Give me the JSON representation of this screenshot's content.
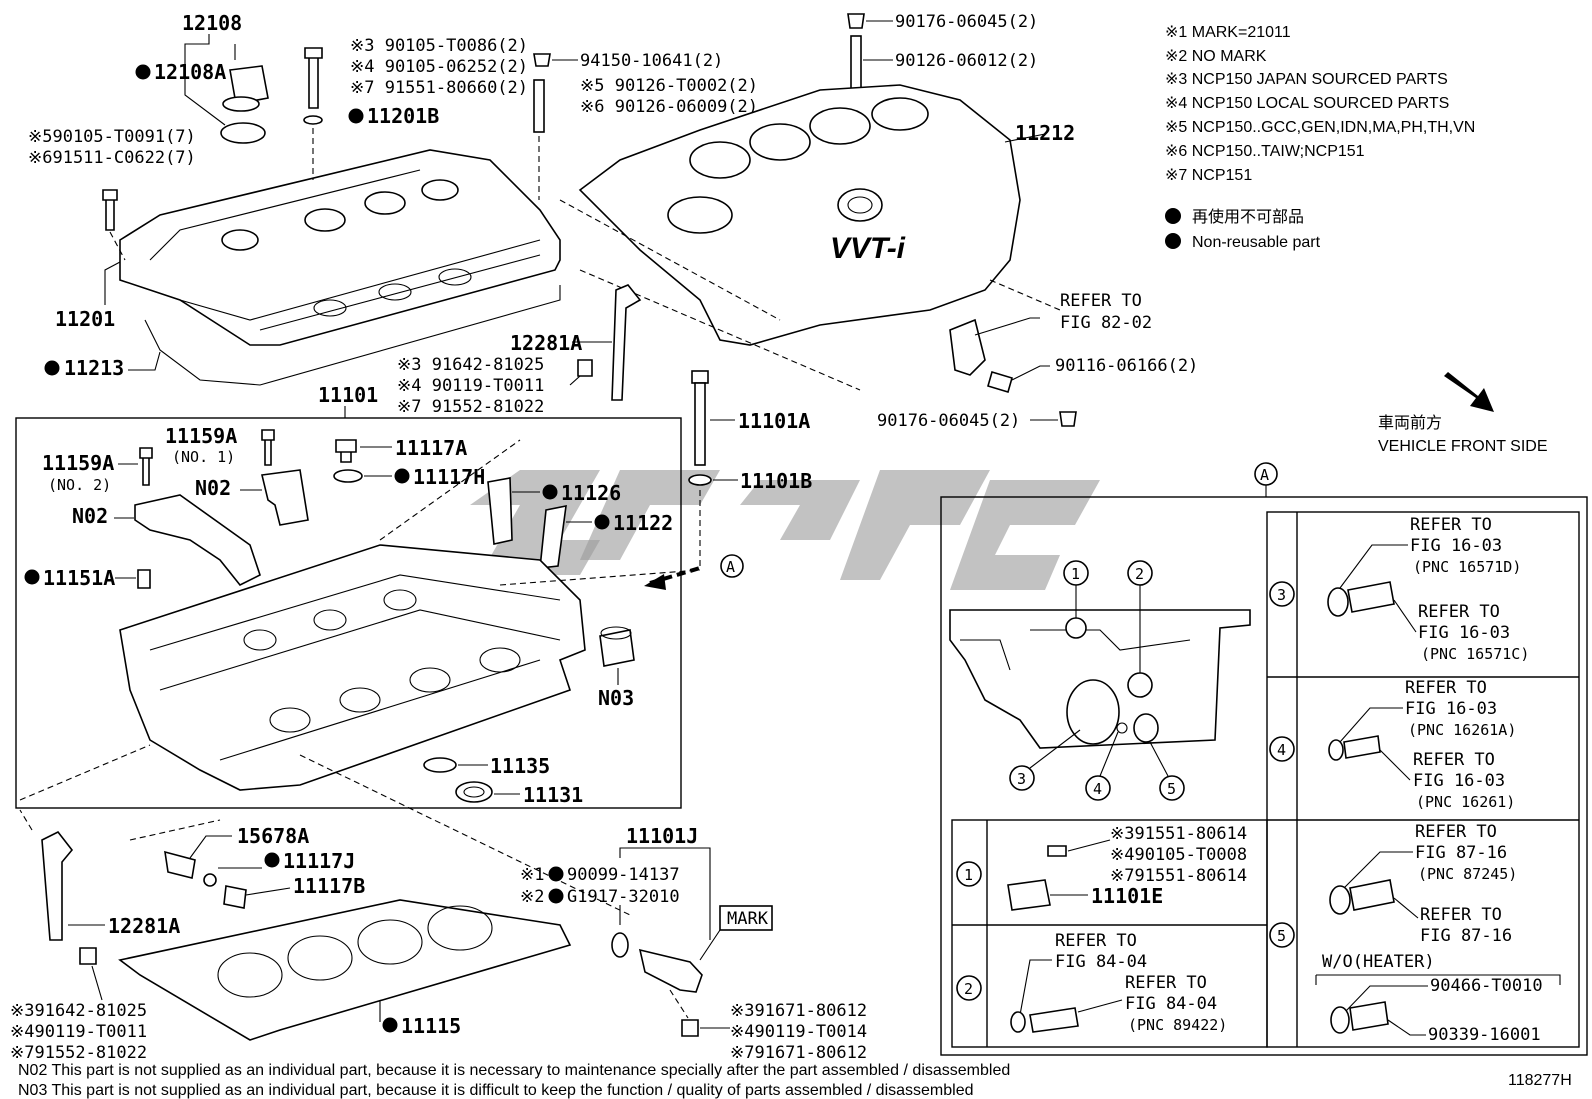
{
  "legend": {
    "notes": [
      "※1 MARK=21011",
      "※2 NO MARK",
      "※3 NCP150 JAPAN SOURCED PARTS",
      "※4 NCP150  LOCAL SOURCED PARTS",
      "※5 NCP150..GCC,GEN,IDN,MA,PH,TH,VN",
      "※6 NCP150..TAIW;NCP151",
      "※7 NCP151"
    ],
    "nonreusable_jp": "再使用不可部品",
    "nonreusable_en": "Non-reusable part"
  },
  "direction": {
    "jp": "車両前方",
    "en": "VEHICLE FRONT SIDE"
  },
  "labels": {
    "p12108": "12108",
    "p12108A": "12108A",
    "p11201B": "11201B",
    "bolt_cover_3": "※3 90105-T0086(2)",
    "bolt_cover_4": "※4 90105-06252(2)",
    "bolt_cover_7": "※7 91551-80660(2)",
    "nut_94150": "94150-10641(2)",
    "stud_5": "※5 90126-T0002(2)",
    "stud_6": "※6 90126-06009(2)",
    "nut_top": "90176-06045(2)",
    "stud_top": "90126-06012(2)",
    "p11212": "11212",
    "bolt_left_5": "※590105-T0091(7)",
    "bolt_left_6": "※691511-C0622(7)",
    "p11201": "11201",
    "p11213": "11213",
    "refer_82_a": "REFER TO",
    "refer_82_b": "FIG 82-02",
    "bolt_90116": "90116-06166(2)",
    "nut_bottom": "90176-06045(2)",
    "p12281A": "12281A",
    "hook_bolt_3": "※3 91642-81025",
    "hook_bolt_4": "※4 90119-T0011",
    "hook_bolt_7": "※7 91552-81022",
    "p11101": "11101",
    "p11101A": "11101A",
    "p11101B": "11101B",
    "p11159A_2": "11159A",
    "p11159A_2b": "(NO. 2)",
    "p11159A_1": "11159A",
    "p11159A_1b": "(NO. 1)",
    "p11117A": "11117A",
    "p11117H": "11117H",
    "n02_a": "N02",
    "n02_b": "N02",
    "p11126": "11126",
    "p11122": "11122",
    "p11151A": "11151A",
    "n03": "N03",
    "p11135": "11135",
    "p11131": "11131",
    "p15678A": "15678A",
    "p11117J": "11117J",
    "p11117B": "11117B",
    "p12281A_b": "12281A",
    "p11101J": "11101J",
    "s1_90099": "※1",
    "s1_90099_pn": "90099-14137",
    "s2_g1917": "※2",
    "s2_g1917_pn": "G1917-32010",
    "mark": "MARK",
    "sensor_bolt_3": "※391671-80612",
    "sensor_bolt_4": "※490119-T0014",
    "sensor_bolt_7": "※791671-80612",
    "p11115": "11115",
    "hook_bolt2_3": "※391642-81025",
    "hook_bolt2_4": "※490119-T0011",
    "hook_bolt2_7": "※791552-81022",
    "ref_a": "A",
    "ref_a_cyl": "A",
    "engine_logo": "VVT-i"
  },
  "detail": {
    "callouts": [
      "1",
      "2",
      "3",
      "4",
      "5"
    ],
    "r1_bolt_3": "※391551-80614",
    "r1_bolt_4": "※490105-T0008",
    "r1_bolt_7": "※791551-80614",
    "r1_part": "11101E",
    "r2_refer_a": "REFER TO",
    "r2_refer_a2": "FIG 84-04",
    "r2_refer_b": "REFER TO",
    "r2_refer_b2": "FIG 84-04",
    "r2_pnc": "(PNC 89422)",
    "r3_refer_a": "REFER TO",
    "r3_refer_a2": "FIG 16-03",
    "r3_pnc_a": "(PNC 16571D)",
    "r3_refer_b": "REFER TO",
    "r3_refer_b2": "FIG 16-03",
    "r3_pnc_b": "(PNC 16571C)",
    "r4_refer_a": "REFER TO",
    "r4_refer_a2": "FIG 16-03",
    "r4_pnc_a": "(PNC 16261A)",
    "r4_refer_b": "REFER TO",
    "r4_refer_b2": "FIG 16-03",
    "r4_pnc_b": "(PNC 16261)",
    "r5_refer_a": "REFER TO",
    "r5_refer_a2": "FIG 87-16",
    "r5_pnc_a": "(PNC 87245)",
    "r5_refer_b": "REFER TO",
    "r5_refer_b2": "FIG 87-16",
    "r5_wo": "W/O(HEATER)",
    "r5_pn1": "90466-T0010",
    "r5_pn2": "90339-16001"
  },
  "footnotes": {
    "n02": "N02  This part is not supplied as an individual part, because it is necessary to maintenance specially after the part assembled / disassembled",
    "n03": "N03  This part is not supplied as an individual part, because it is difficult to keep the function / quality of parts  assembled / disassembled"
  },
  "figure_number": "118277H",
  "colors": {
    "ink": "#000000",
    "watermark": "#9a9a9a",
    "background": "#ffffff"
  }
}
